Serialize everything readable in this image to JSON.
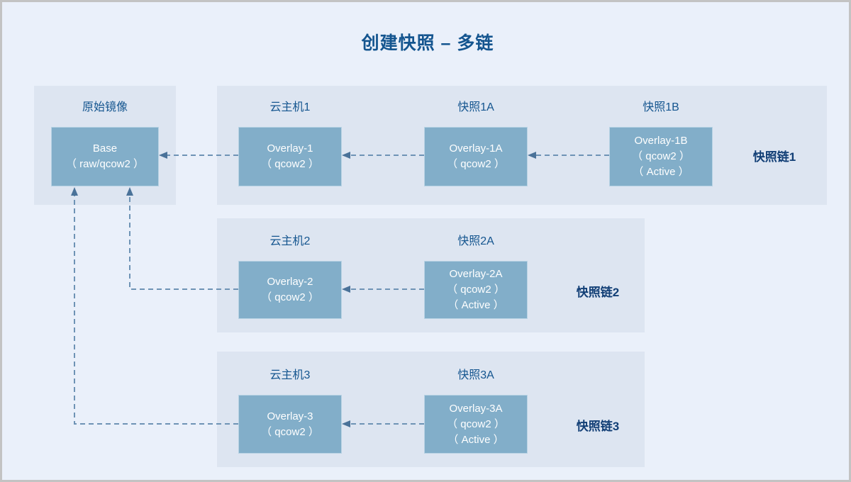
{
  "page": {
    "title": "创建快照 – 多链",
    "background_color": "#eaf0fa",
    "border_color": "#c3c3c3",
    "accent_color": "#14558f",
    "band_color": "#dde5f1",
    "node_fill": "#82aec9",
    "node_border": "#b9d3e4",
    "wire_color": "#6e93b5"
  },
  "source": {
    "caption": "原始镜像",
    "node": {
      "name": "base-node",
      "line1": "Base",
      "line2": "（ raw/qcow2 ）"
    }
  },
  "chains": [
    {
      "label": "快照链1",
      "nodes": [
        {
          "name": "overlay-1",
          "caption": "云主机1",
          "line1": "Overlay-1",
          "line2": "（ qcow2 ）",
          "line3": ""
        },
        {
          "name": "overlay-1a",
          "caption": "快照1A",
          "line1": "Overlay-1A",
          "line2": "（ qcow2 ）",
          "line3": ""
        },
        {
          "name": "overlay-1b",
          "caption": "快照1B",
          "line1": "Overlay-1B",
          "line2": "（ qcow2 ）",
          "line3": "（ Active ）"
        }
      ]
    },
    {
      "label": "快照链2",
      "nodes": [
        {
          "name": "overlay-2",
          "caption": "云主机2",
          "line1": "Overlay-2",
          "line2": "（ qcow2 ）",
          "line3": ""
        },
        {
          "name": "overlay-2a",
          "caption": "快照2A",
          "line1": "Overlay-2A",
          "line2": "（ qcow2 ）",
          "line3": "（ Active ）"
        }
      ]
    },
    {
      "label": "快照链3",
      "nodes": [
        {
          "name": "overlay-3",
          "caption": "云主机3",
          "line1": "Overlay-3",
          "line2": "（ qcow2 ）",
          "line3": ""
        },
        {
          "name": "overlay-3a",
          "caption": "快照3A",
          "line1": "Overlay-3A",
          "line2": "（ qcow2 ）",
          "line3": "（ Active ）"
        }
      ]
    }
  ],
  "connectors": [
    {
      "name": "wire-overlay1-to-base",
      "from": "overlay-1",
      "to": "base-node",
      "style": "dashed-arrow"
    },
    {
      "name": "wire-overlay1a-to-overlay1",
      "from": "overlay-1a",
      "to": "overlay-1",
      "style": "dashed-arrow"
    },
    {
      "name": "wire-overlay1b-to-overlay1a",
      "from": "overlay-1b",
      "to": "overlay-1a",
      "style": "dashed-arrow"
    },
    {
      "name": "wire-overlay2-to-base",
      "from": "overlay-2",
      "to": "base-node",
      "style": "dashed-elbow-arrow"
    },
    {
      "name": "wire-overlay2a-to-overlay2",
      "from": "overlay-2a",
      "to": "overlay-2",
      "style": "dashed-arrow"
    },
    {
      "name": "wire-overlay3-to-base",
      "from": "overlay-3",
      "to": "base-node",
      "style": "dashed-elbow-arrow"
    },
    {
      "name": "wire-overlay3a-to-overlay3",
      "from": "overlay-3a",
      "to": "overlay-3",
      "style": "dashed-arrow"
    }
  ]
}
